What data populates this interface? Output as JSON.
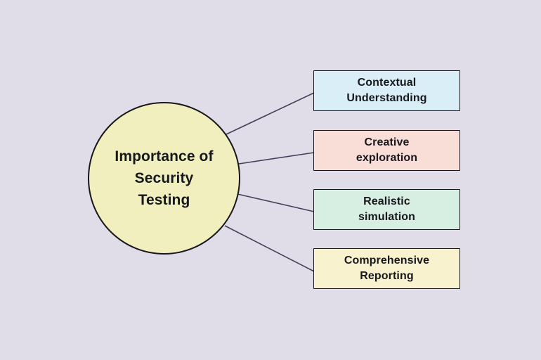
{
  "diagram": {
    "title": "Importance of Security Testing",
    "center": {
      "label": "Importance of Security Testing",
      "lines": [
        "Importance of",
        "Security",
        "Testing"
      ],
      "fill": "#f2efbe"
    },
    "nodes": [
      {
        "label": "Contextual Understanding",
        "lines": [
          "Contextual",
          "Understanding"
        ],
        "fill": "#d9eef7"
      },
      {
        "label": "Creative exploration",
        "lines": [
          "Creative",
          "exploration"
        ],
        "fill": "#f9ded8"
      },
      {
        "label": "Realistic simulation",
        "lines": [
          "Realistic",
          "simulation"
        ],
        "fill": "#d7eee2"
      },
      {
        "label": "Comprehensive Reporting",
        "lines": [
          "Comprehensive",
          "Reporting"
        ],
        "fill": "#f8f2cf"
      }
    ],
    "colors": {
      "background": "#e0dde9",
      "node_border": "#17171c",
      "connector": "#41415a",
      "text": "#17171c"
    }
  }
}
